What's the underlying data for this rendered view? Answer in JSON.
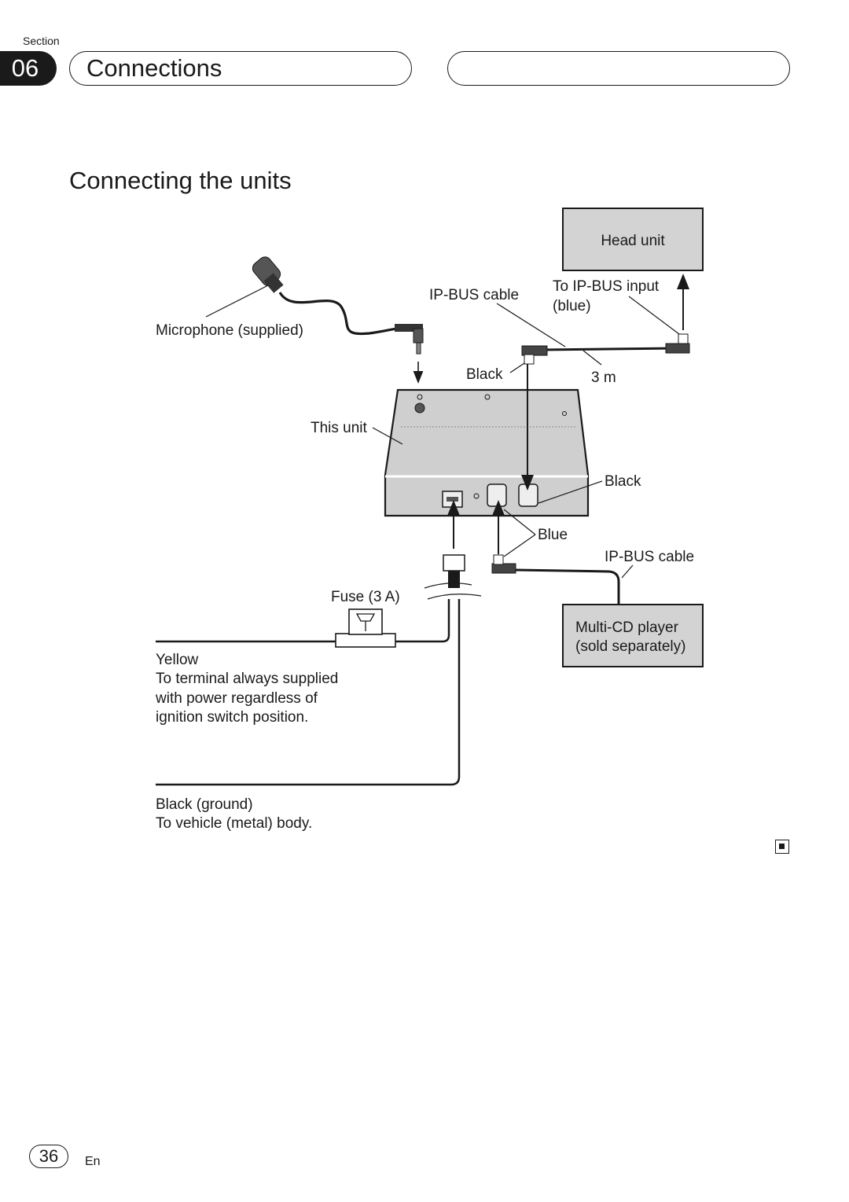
{
  "header": {
    "section_label": "Section",
    "section_number": "06",
    "title": "Connections"
  },
  "heading": "Connecting the units",
  "diagram": {
    "head_unit": "Head unit",
    "to_ipbus_input": "To IP-BUS input",
    "blue_paren": "(blue)",
    "ipbus_cable_top": "IP-BUS cable",
    "microphone": "Microphone (supplied)",
    "black_top": "Black",
    "length": "3 m",
    "this_unit": "This unit",
    "black_right": "Black",
    "blue": "Blue",
    "ipbus_cable_bottom": "IP-BUS cable",
    "fuse": "Fuse (3 A)",
    "multicd_line1": "Multi-CD player",
    "multicd_line2": "(sold separately)",
    "yellow_line1": "Yellow",
    "yellow_line2": "To terminal always supplied",
    "yellow_line3": "with power regardless of",
    "yellow_line4": "ignition switch position.",
    "ground_line1": "Black (ground)",
    "ground_line2": "To vehicle (metal) body."
  },
  "footer": {
    "page_number": "36",
    "language": "En"
  }
}
